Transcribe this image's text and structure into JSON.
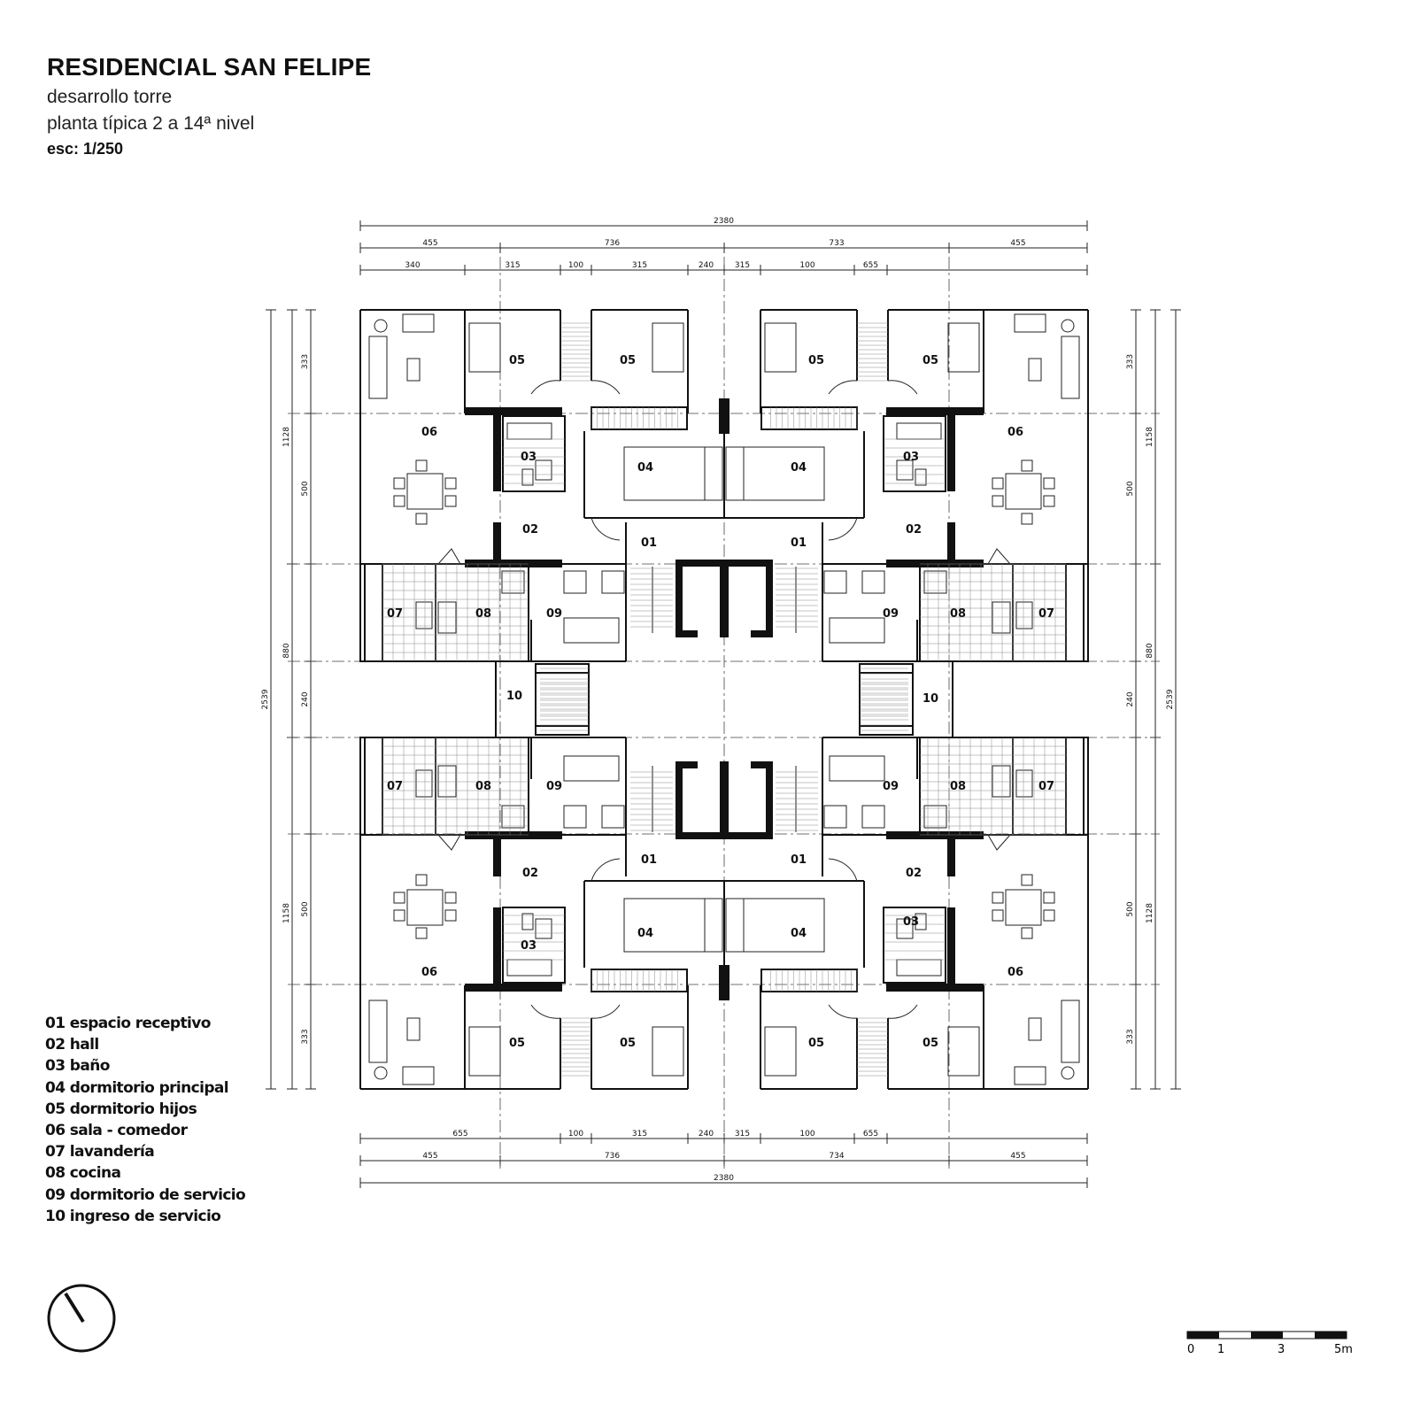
{
  "header": {
    "title": "RESIDENCIAL SAN FELIPE",
    "line1": "desarrollo torre",
    "line2": "planta típica 2 a 14ª nivel",
    "scale": "esc: 1/250"
  },
  "dimensions": {
    "top_total": "2380",
    "top_row1": [
      "455",
      "736",
      "733",
      "455"
    ],
    "top_row2": [
      "340",
      "315",
      "100",
      "315",
      "240",
      "315",
      "100",
      "655"
    ],
    "bottom_row1": [
      "655",
      "100",
      "315",
      "240",
      "315",
      "100",
      "655"
    ],
    "bottom_row2": [
      "455",
      "736",
      "734",
      "455"
    ],
    "bottom_total": "2380",
    "left_inner": [
      "333",
      "500",
      "240",
      "500",
      "333"
    ],
    "left_mid": [
      "1128",
      "880",
      "1158"
    ],
    "left_total": "2539",
    "right_inner": [
      "333",
      "500",
      "240",
      "500",
      "333"
    ],
    "right_mid": [
      "1158",
      "880",
      "1128"
    ],
    "right_total": "2539"
  },
  "rooms": {
    "r01": "01",
    "r02": "02",
    "r03": "03",
    "r04": "04",
    "r05": "05",
    "r06": "06",
    "r07": "07",
    "r08": "08",
    "r09": "09",
    "r10": "10"
  },
  "legend": [
    "01 espacio receptivo",
    "02 hall",
    "03 baño",
    "04 dormitorio principal",
    "05 dormitorio hijos",
    "06 sala - comedor",
    "07 lavandería",
    "08 cocina",
    "09 dormitorio de servicio",
    "10 ingreso de servicio"
  ],
  "scalebar": {
    "labels": [
      "0",
      "1",
      "3",
      "5m"
    ]
  }
}
